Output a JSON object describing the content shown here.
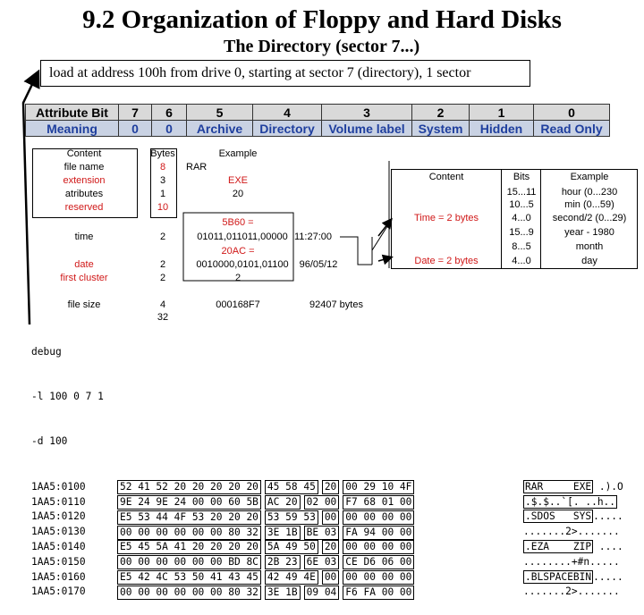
{
  "title": "9.2 Organization of Floppy and Hard Disks",
  "subtitle": "The Directory (sector 7...)",
  "load_note": "load at address 100h from drive 0, starting at sector 7 (directory), 1 sector",
  "attr_table": {
    "head": [
      "Attribute Bit",
      "7",
      "6",
      "5",
      "4",
      "3",
      "2",
      "1",
      "0"
    ],
    "meaning": [
      "Meaning",
      "0",
      "0",
      "Archive",
      "Directory",
      "Volume label",
      "System",
      "Hidden",
      "Read Only"
    ]
  },
  "dir_table": {
    "headers": [
      "Content",
      "Bytes",
      "Example"
    ],
    "rows": [
      {
        "content": "file name",
        "bytes": "8",
        "example": "RAR"
      },
      {
        "content": "extension",
        "bytes": "3",
        "example": "EXE"
      },
      {
        "content": "atributes",
        "bytes": "1",
        "example": "20"
      },
      {
        "content": "reserved",
        "bytes": "10",
        "example": ""
      },
      {
        "content": "time",
        "bytes": "2",
        "example_l1": "5B60 =",
        "example_l2": "01011,011011,00000",
        "example_r": "11:27:00"
      },
      {
        "content_l1": "date",
        "content_l2": "first cluster",
        "bytes_l1": "2",
        "bytes_l2": "2",
        "example_l1": "20AC =",
        "example_l2": "0010000,0101,01100",
        "example_l3": "2",
        "example_r": "96/05/12"
      },
      {
        "content": "file size",
        "bytes": "4",
        "example": "000168F7",
        "example_r": "92407 bytes"
      }
    ],
    "total": "32"
  },
  "time_table": {
    "headers": [
      "Content",
      "Bits",
      "Example"
    ],
    "time_label": "Time = 2 bytes",
    "date_label": "Date = 2 bytes",
    "time_rows": [
      [
        "15...11",
        "hour (0...230"
      ],
      [
        "10...5",
        "min (0...59)"
      ],
      [
        "4...0",
        "second/2 (0...29)"
      ]
    ],
    "date_rows": [
      [
        "15...9",
        "year - 1980"
      ],
      [
        "8...5",
        "month"
      ],
      [
        "4...0",
        "day"
      ]
    ]
  },
  "debug": {
    "cmds": [
      "debug",
      "-l 100 0 7 1",
      "-d 100"
    ],
    "rows": [
      {
        "addr": "1AA5:0100",
        "g": [
          "52 41 52 20 20 20 20 20",
          "45 58 45",
          "20",
          "00 29 10 4F"
        ],
        "ascii_box": "RAR     EXE",
        "ascii_rest": " .).O"
      },
      {
        "addr": "1AA5:0110",
        "g": [
          "9E 24 9E 24 00 00 60 5B",
          "AC 20",
          "02 00",
          "F7 68 01 00"
        ],
        "ascii_box": ".$.$..`[. ..h..",
        "ascii_rest": ""
      },
      {
        "addr": "1AA5:0120",
        "g": [
          "E5 53 44 4F 53 20 20 20",
          "53 59 53",
          "00",
          "00 00 00 00"
        ],
        "ascii_box": ".SDOS   SYS",
        "ascii_rest": "....."
      },
      {
        "addr": "1AA5:0130",
        "g": [
          "00 00 00 00 00 00 80 32",
          "3E 1B",
          "BE 03",
          "FA 94 00 00"
        ],
        "ascii_box": "",
        "ascii_rest": ".......2>......."
      },
      {
        "addr": "1AA5:0140",
        "g": [
          "E5 45 5A 41 20 20 20 20",
          "5A 49 50",
          "20",
          "00 00 00 00"
        ],
        "ascii_box": ".EZA    ZIP",
        "ascii_rest": " ...."
      },
      {
        "addr": "1AA5:0150",
        "g": [
          "00 00 00 00 00 00 BD 8C",
          "2B 23",
          "6E 03",
          "CE D6 06 00"
        ],
        "ascii_box": "",
        "ascii_rest": "........+#n....."
      },
      {
        "addr": "1AA5:0160",
        "g": [
          "E5 42 4C 53 50 41 43 45",
          "42 49 4E",
          "00",
          "00 00 00 00"
        ],
        "ascii_box": ".BLSPACEBIN",
        "ascii_rest": "....."
      },
      {
        "addr": "1AA5:0170",
        "g": [
          "00 00 00 00 00 00 80 32",
          "3E 1B",
          "09 04",
          "F6 FA 00 00"
        ],
        "ascii_box": "",
        "ascii_rest": ".......2>......."
      }
    ]
  }
}
